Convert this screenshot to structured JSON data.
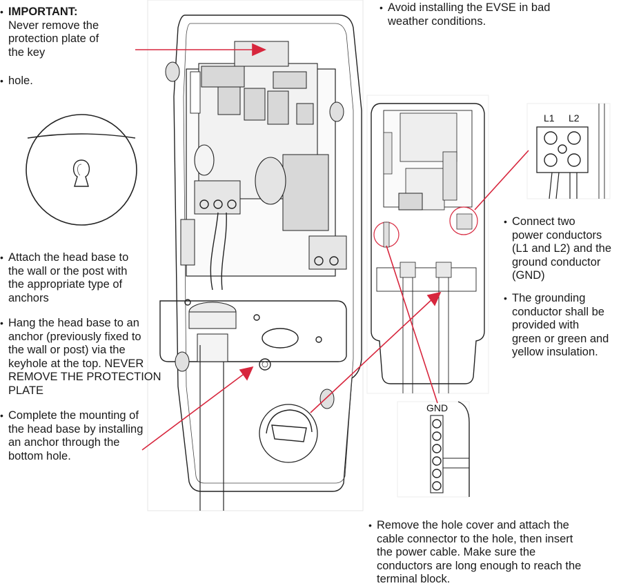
{
  "important_block": {
    "heading": "IMPORTANT:",
    "line1": "Never remove the",
    "line2": "protection plate of",
    "line3": "the key",
    "line4": "hole."
  },
  "weather_note": {
    "line1": "Avoid installing the EVSE in bad",
    "line2": "weather conditions."
  },
  "left_steps": [
    {
      "lines": [
        "Attach the head base to",
        "the wall or the post with",
        "the appropriate type of",
        "anchors"
      ]
    },
    {
      "lines": [
        "Hang the head base to an",
        "anchor (previously fixed to",
        "the wall or post) via the",
        "keyhole at the top. NEVER",
        "REMOVE THE PROTECTION",
        "PLATE"
      ]
    },
    {
      "lines": [
        "Complete the mounting of",
        "the head base by installing",
        "an anchor through the",
        "bottom hole."
      ]
    }
  ],
  "right_steps": [
    {
      "lines": [
        "Connect two",
        "power conductors",
        "(L1 and L2) and the",
        "ground conductor",
        "(GND)"
      ]
    },
    {
      "lines": [
        "The grounding",
        "conductor shall be",
        "provided with",
        "green or green and",
        "yellow insulation."
      ]
    }
  ],
  "bottom_note": {
    "lines": [
      "Remove the hole cover and attach the",
      "cable connector to the hole, then insert",
      "the power cable. Make sure the",
      "conductors are long enough to reach the",
      "terminal block."
    ]
  },
  "terminal_labels": {
    "l1": "L1",
    "l2": "L2",
    "gnd": "GND"
  },
  "colors": {
    "callout_red": "#d7263d",
    "text": "#1a1a1a"
  }
}
